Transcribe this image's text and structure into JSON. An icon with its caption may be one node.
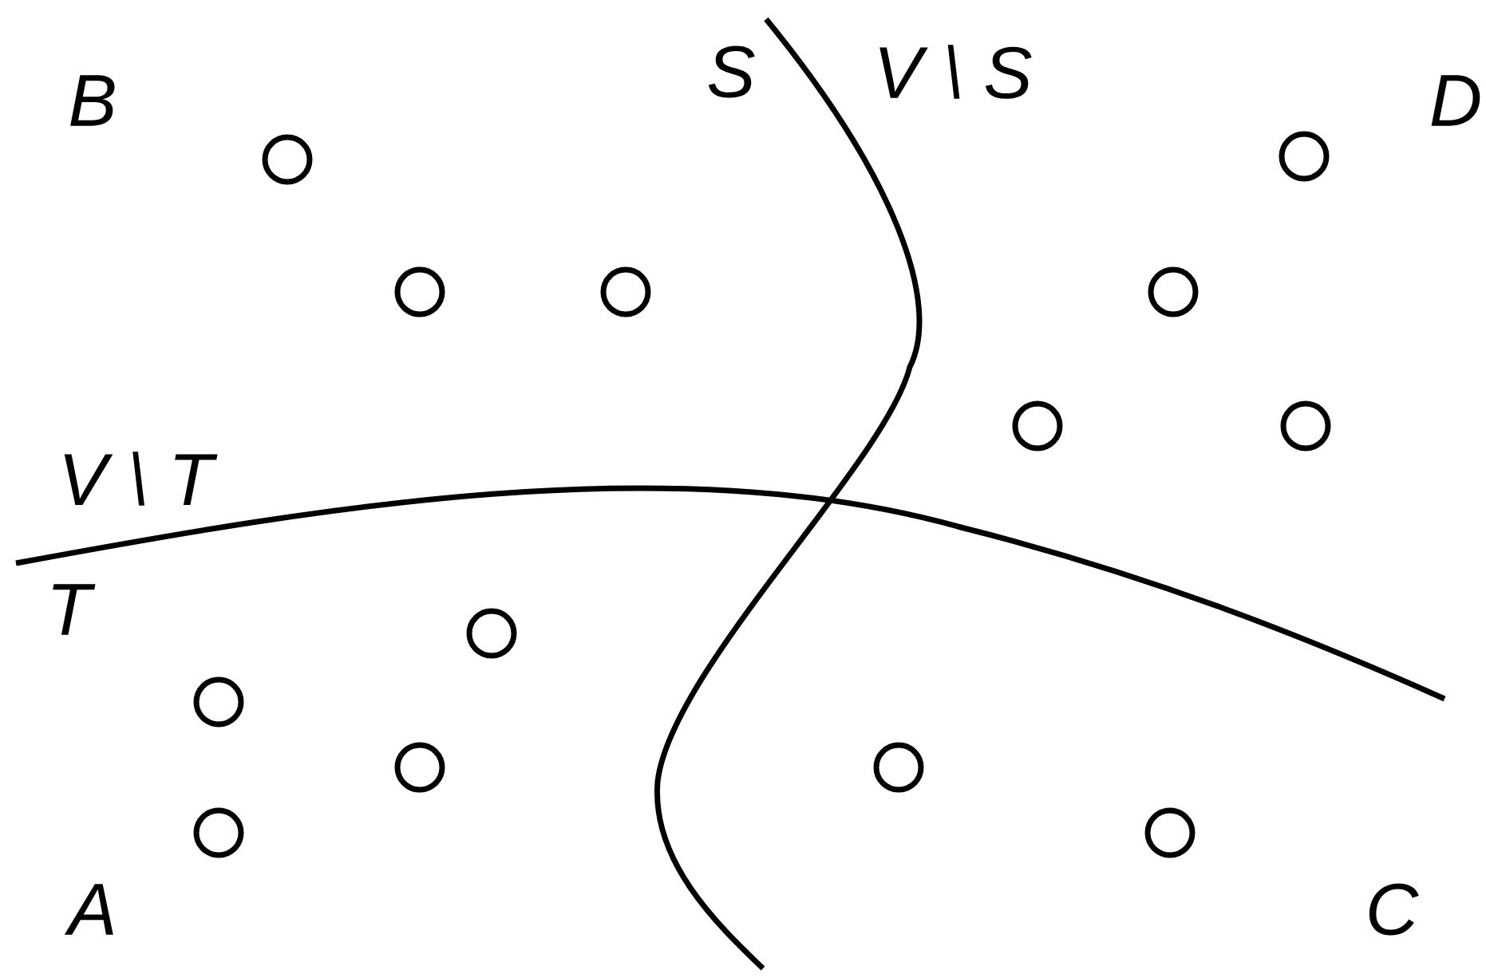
{
  "diagram": {
    "nodes": [
      {
        "text": [],
        "shape": "circle"
      },
      {
        "text": [],
        "shape": "circle"
      },
      {
        "text": [],
        "shape": "circle"
      },
      {
        "text": [],
        "shape": "circle"
      },
      {
        "text": [],
        "shape": "circle"
      },
      {
        "text": [],
        "shape": "circle"
      },
      {
        "text": [],
        "shape": "circle"
      },
      {
        "text": [],
        "shape": "circle"
      },
      {
        "text": [],
        "shape": "circle"
      },
      {
        "text": [],
        "shape": "circle"
      },
      {
        "text": [],
        "shape": "circle"
      },
      {
        "text": [],
        "shape": "circle"
      },
      {
        "text": [],
        "shape": "circle"
      }
    ],
    "labels": [
      "B",
      "S",
      "V \\ S",
      "D",
      "V \\ T",
      "T",
      "A",
      "C"
    ]
  }
}
